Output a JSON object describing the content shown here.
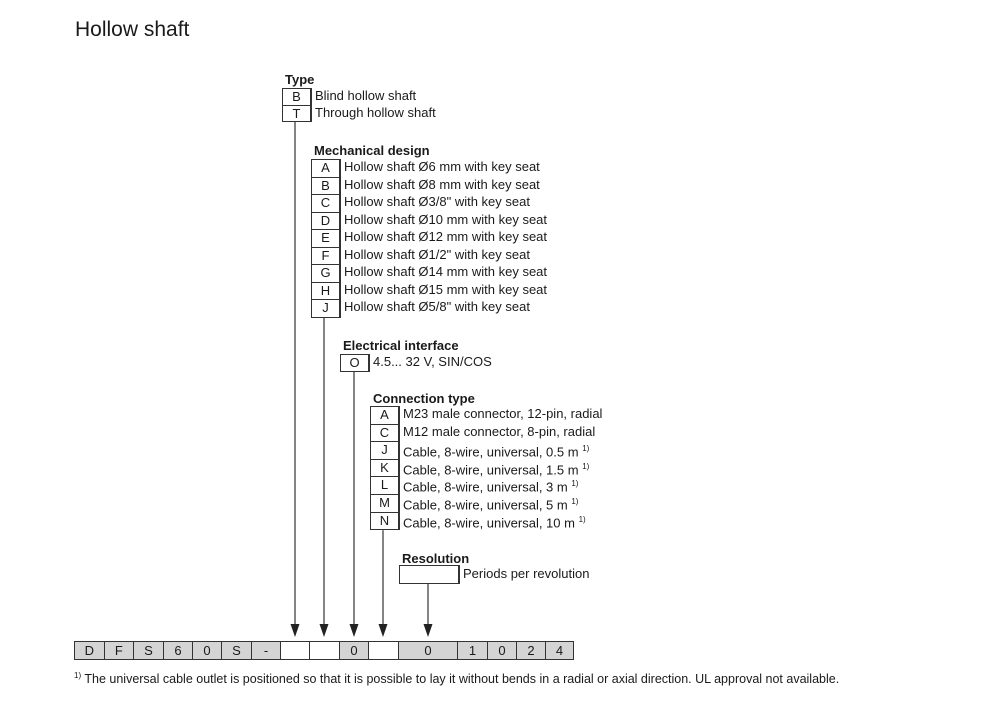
{
  "title": "Hollow shaft",
  "sections": [
    {
      "heading": "Type",
      "options": [
        {
          "code": "B",
          "label": "Blind hollow shaft"
        },
        {
          "code": "T",
          "label": "Through hollow shaft"
        }
      ]
    },
    {
      "heading": "Mechanical design",
      "options": [
        {
          "code": "A",
          "label": "Hollow shaft Ø6 mm with key seat"
        },
        {
          "code": "B",
          "label": "Hollow shaft Ø8 mm with key seat"
        },
        {
          "code": "C",
          "label": "Hollow shaft Ø3/8\" with key seat"
        },
        {
          "code": "D",
          "label": "Hollow shaft Ø10 mm with key seat"
        },
        {
          "code": "E",
          "label": "Hollow shaft Ø12 mm with key seat"
        },
        {
          "code": "F",
          "label": "Hollow shaft Ø1/2\" with key seat"
        },
        {
          "code": "G",
          "label": "Hollow shaft Ø14 mm with key seat"
        },
        {
          "code": "H",
          "label": "Hollow shaft Ø15 mm with key seat"
        },
        {
          "code": "J",
          "label": "Hollow shaft Ø5/8\" with key seat"
        }
      ]
    },
    {
      "heading": "Electrical interface",
      "options": [
        {
          "code": "O",
          "label": "4.5... 32 V, SIN/COS"
        }
      ]
    },
    {
      "heading": "Connection type",
      "options": [
        {
          "code": "A",
          "label": "M23 male connector, 12-pin, radial"
        },
        {
          "code": "C",
          "label": "M12 male connector, 8-pin, radial"
        },
        {
          "code": "J",
          "label": "Cable, 8-wire, universal, 0.5 m",
          "note": "1)"
        },
        {
          "code": "K",
          "label": "Cable, 8-wire, universal, 1.5 m",
          "note": "1)"
        },
        {
          "code": "L",
          "label": "Cable, 8-wire, universal, 3 m",
          "note": "1)"
        },
        {
          "code": "M",
          "label": "Cable, 8-wire, universal, 5 m",
          "note": "1)"
        },
        {
          "code": "N",
          "label": "Cable, 8-wire, universal, 10 m",
          "note": "1)"
        }
      ]
    },
    {
      "heading": "Resolution",
      "options": [
        {
          "code": "",
          "label": "Periods per revolution"
        }
      ]
    }
  ],
  "type_code": [
    "D",
    "F",
    "S",
    "6",
    "0",
    "S",
    "-",
    "",
    "",
    "0",
    "",
    "0",
    "1",
    "0",
    "2",
    "4"
  ],
  "footnote": {
    "mark": "1)",
    "text": " The universal cable outlet is positioned so that it is possible to lay it without bends in a radial or axial direction. UL approval not available."
  }
}
